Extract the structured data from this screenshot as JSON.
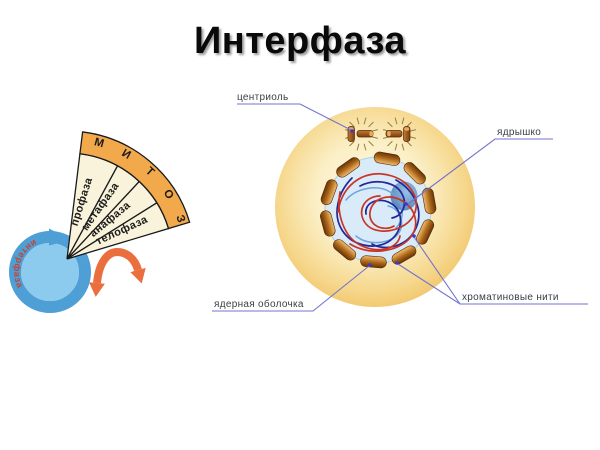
{
  "title": "Интерфаза",
  "fan": {
    "band_letters": [
      "М",
      "И",
      "Т",
      "О",
      "З"
    ],
    "phases": [
      "профаза",
      "метафаза",
      "анафаза",
      "телофаза"
    ],
    "interphase": "интерфаза",
    "colors": {
      "band": "#F2A94B",
      "wedge": "#F8F3DA",
      "outline": "#1A1A1A",
      "ring": "#4D9FD6",
      "disc": "#8CCBEE",
      "fork_arrow": "#EA6E3E",
      "interphase_text": "#C8432F",
      "phase_text": "#1C1C1C"
    }
  },
  "cell": {
    "labels": {
      "centriole": "центриоль",
      "nucleolus": "ядрышко",
      "nuclear_envelope": "ядерная оболочка",
      "chromatin": "хроматиновые нити"
    },
    "colors": {
      "cytoplasm_center": "#FDF9E4",
      "cytoplasm_edge": "#EFBE60",
      "nucleus": "#D9EAF8",
      "envelope_dark": "#5E2E06",
      "envelope_light": "#EDC080",
      "nucleolus": "#6E9CCB",
      "chromatin_red": "#C93525",
      "chromatin_navy": "#20289B",
      "chromatin_blue": "#6FA3DC",
      "pointer": "#7173CE",
      "pointer_dot": "#3A3ACF",
      "label_text": "#3A3F45"
    }
  }
}
